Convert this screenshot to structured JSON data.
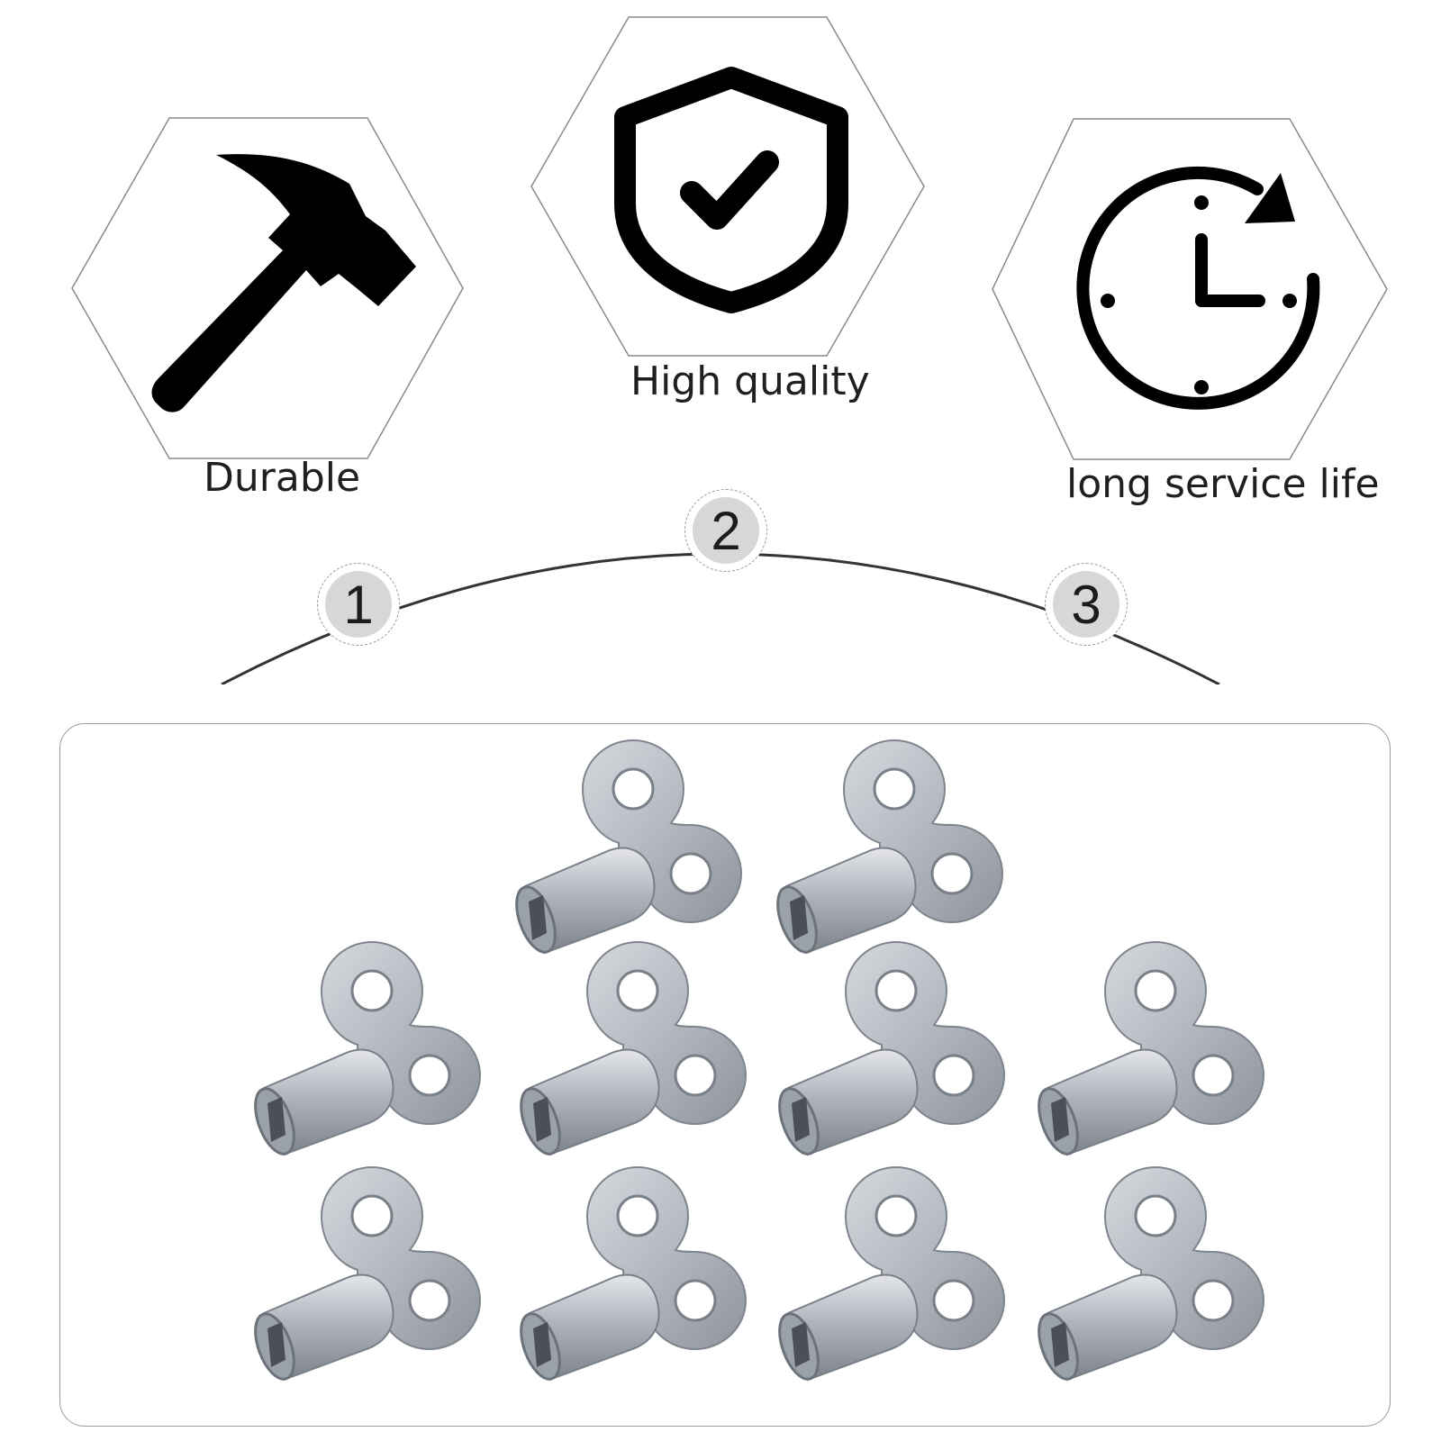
{
  "features": [
    {
      "label": "Durable",
      "icon": "hammer-icon"
    },
    {
      "label": "High quality",
      "icon": "shield-check-icon"
    },
    {
      "label": "long service life",
      "icon": "clock-refresh-icon"
    }
  ],
  "steps": [
    "1",
    "2",
    "3"
  ],
  "product": {
    "name": "radiator-bleed-key",
    "count": 10,
    "color": "#b8bcc2"
  }
}
